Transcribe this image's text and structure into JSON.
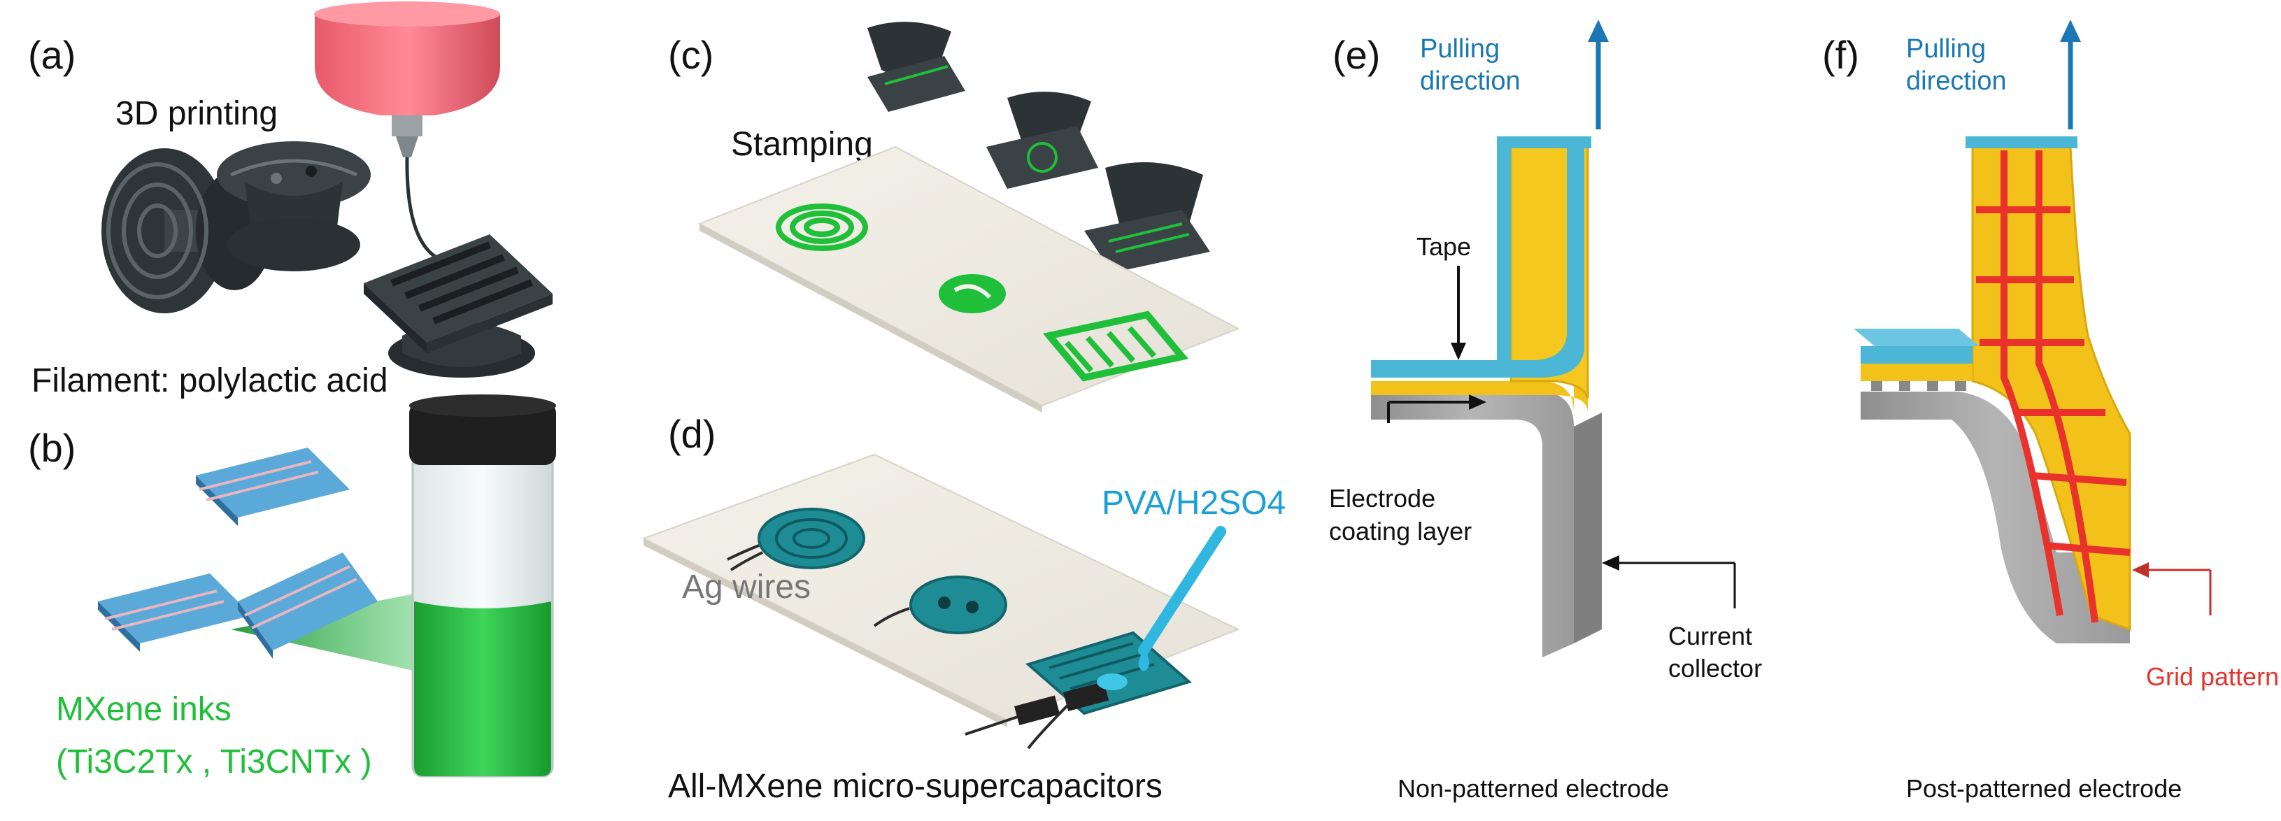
{
  "panels": {
    "a": {
      "label": "(a)",
      "title": "3D printing",
      "caption": "Filament: polylactic acid"
    },
    "b": {
      "label": "(b)",
      "ink_line1": "MXene inks",
      "ink_line2": "(Ti3C2Tx , Ti3CNTx )"
    },
    "c": {
      "label": "(c)",
      "title": "Stamping"
    },
    "d": {
      "label": "(d)",
      "electrolyte": "PVA/H2SO4",
      "wires": "Ag wires",
      "caption": "All-MXene micro-supercapacitors"
    },
    "e": {
      "label": "(e)",
      "pull_line1": "Pulling",
      "pull_line2": "direction",
      "tape": "Tape",
      "coating_line1": "Electrode",
      "coating_line2": "coating layer",
      "collector_line1": "Current",
      "collector_line2": "collector",
      "caption": "Non-patterned electrode"
    },
    "f": {
      "label": "(f)",
      "pull_line1": "Pulling",
      "pull_line2": "direction",
      "grid": "Grid pattern",
      "caption": "Post-patterned electrode"
    }
  },
  "colors": {
    "mxene_green": "#1fbf3a",
    "pull_blue": "#1a78b4",
    "grid_red": "#e8322b",
    "tape_cyan": "#4cb6d6",
    "coating_yellow": "#f2c21a",
    "collector_gray": "#a5a5a5"
  }
}
